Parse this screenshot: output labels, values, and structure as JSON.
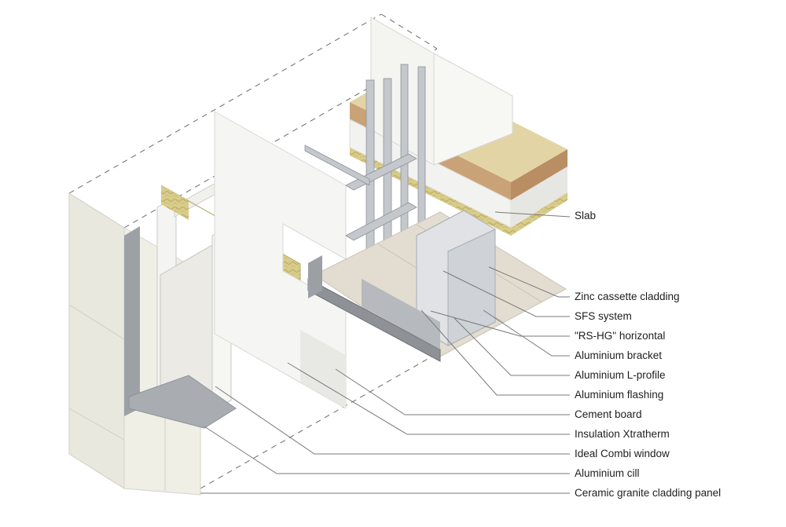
{
  "labels": {
    "slab": "Slab",
    "zinc_cassette": "Zinc cassette cladding",
    "sfs_system": "SFS system",
    "rs_hg": "\"RS-HG\" horizontal",
    "al_bracket": "Aluminium bracket",
    "al_l_profile": "Aluminium L-profile",
    "al_flashing": "Aluminium flashing",
    "cement_board": "Cement board",
    "insulation": "Insulation Xtratherm",
    "window": "Ideal Combi window",
    "al_cill": "Aluminium cill",
    "ceramic_panel": "Ceramic granite cladding panel"
  },
  "colors": {
    "leader": "#7a7a7a",
    "dash": "#6b6b6b",
    "panel": "#ecebe2",
    "insulation": "#d9cf8e",
    "metal": "#b9bcc1",
    "wood": "#c9a277"
  }
}
